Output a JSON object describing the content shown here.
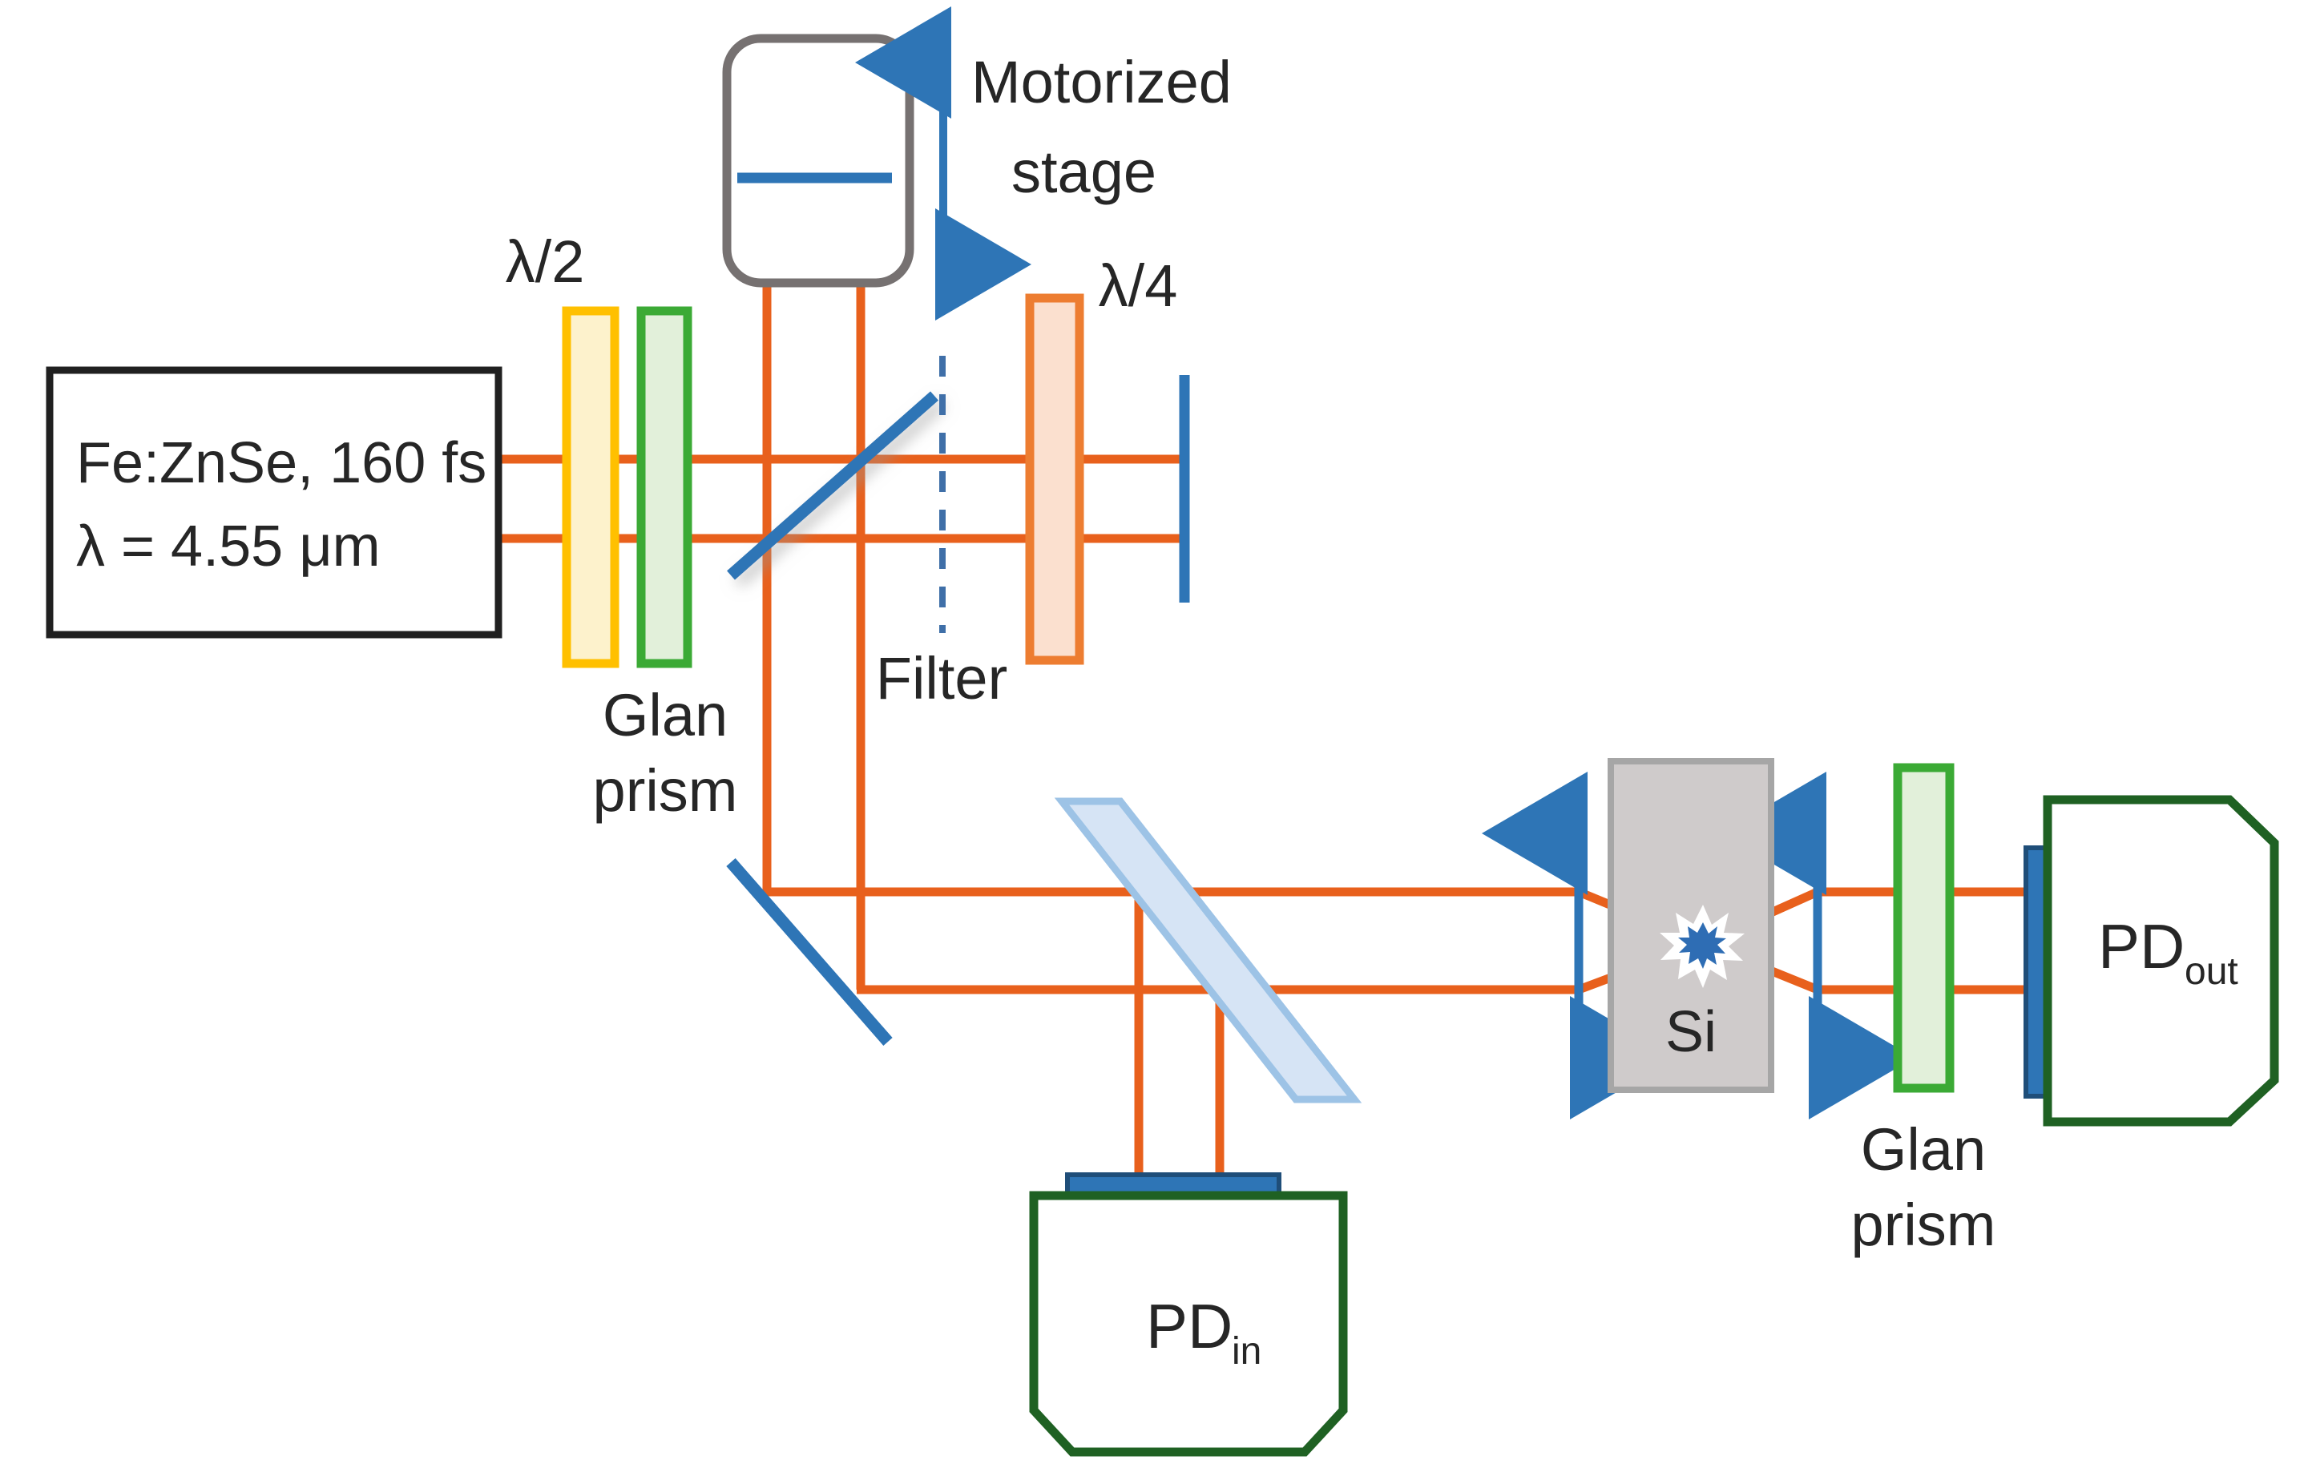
{
  "diagram": {
    "title": "Fe:ZnSe pump-probe optical setup",
    "background": "#ffffff"
  },
  "colors": {
    "beam_orange": "#E8601C",
    "mirror_blue": "#2E75B6",
    "waveplate_border": "#FFC000",
    "waveplate_fill": "#FDF2CC",
    "quarter_border": "#ED7D31",
    "quarter_fill": "#FBE0CF",
    "glan_border": "#3BAA35",
    "glan_fill": "#E2F0DA",
    "detector_box_border": "#1F6123",
    "detector_bar_blue": "#2E75B6",
    "si_fill": "#CFCBCB",
    "si_border": "#A6A6A6",
    "stage_border": "#767171",
    "beamsplitter_fill": "#D6E4F5",
    "beamsplitter_border": "#9DC3E6",
    "filter_dash": "#3F6FA8",
    "laser_box_border": "#202020",
    "text": "#262626",
    "flash_white": "#FFFFFF",
    "flash_blue": "#2E6DB4"
  },
  "laser_source": {
    "name": "laser-source",
    "line1": "Fe:ZnSe, 160 fs",
    "line2": "λ = 4.55 μm"
  },
  "components": {
    "half_waveplate": {
      "label": "λ/2",
      "name": "half-waveplate"
    },
    "glan_prism_left": {
      "label_line1": "Glan",
      "label_line2": "prism",
      "name": "glan-prism-left"
    },
    "motorized_stage": {
      "label_line1": "Motorized",
      "label_line2": "stage",
      "name": "motorized-stage"
    },
    "filter": {
      "label": "Filter",
      "name": "filter"
    },
    "quarter_waveplate": {
      "label": "λ/4",
      "name": "quarter-waveplate"
    },
    "si_sample": {
      "label": "Si",
      "name": "si-sample"
    },
    "glan_prism_right": {
      "label_line1": "Glan",
      "label_line2": "prism",
      "name": "glan-prism-right"
    },
    "photodiode_in": {
      "label": "PD",
      "subscript": "in",
      "name": "photodiode-in"
    },
    "photodiode_out": {
      "label": "PD",
      "subscript": "out",
      "name": "photodiode-out"
    }
  },
  "annotations": {
    "stage_arrow": "vertical-double-arrow",
    "lens_arrow_left": "vertical-double-arrow",
    "lens_arrow_right": "vertical-double-arrow",
    "focus_spot": "starburst-flash"
  }
}
